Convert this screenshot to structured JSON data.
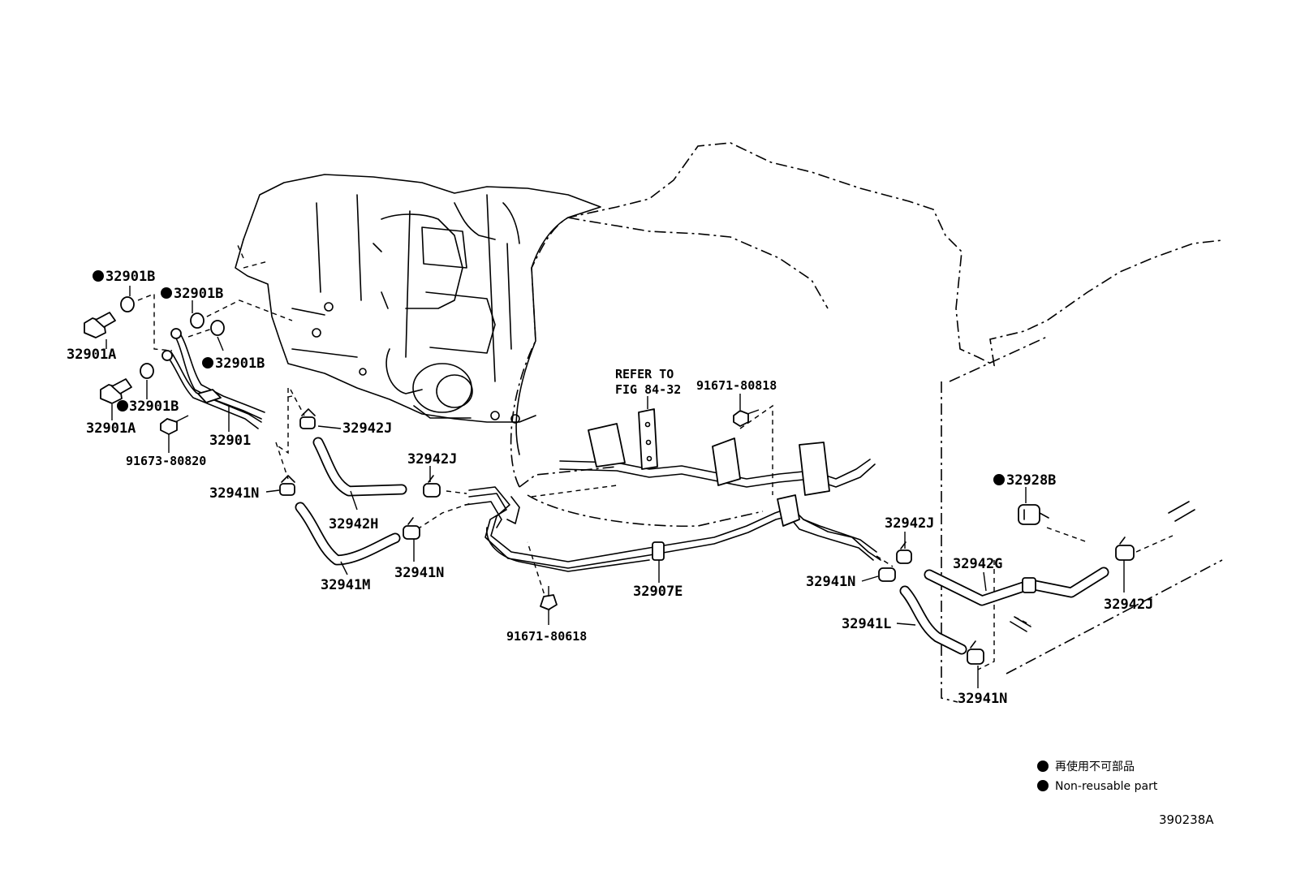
{
  "labels": {
    "p32901b_1": "32901B",
    "p32901b_2": "32901B",
    "p32901b_3": "32901B",
    "p32901b_4": "32901B",
    "p32901a_1": "32901A",
    "p32901a_2": "32901A",
    "p32901": "32901",
    "p91673": "91673-80820",
    "p32942j_1": "32942J",
    "p32942j_2": "32942J",
    "p32942j_3": "32942J",
    "p32942j_4": "32942J",
    "p32941n_1": "32941N",
    "p32941n_2": "32941N",
    "p32941n_3": "32941N",
    "p32941n_4": "32941N",
    "p32942h": "32942H",
    "p32941m": "32941M",
    "refer_line1": "REFER TO",
    "refer_line2": "FIG 84-32",
    "p91671_80818": "91671-80818",
    "p32907e": "32907E",
    "p91671_80618": "91671-80618",
    "p32928b": "32928B",
    "p32942g": "32942G",
    "p32941l": "32941L"
  },
  "legend": {
    "jp": "再使用不可部品",
    "en": "Non-reusable part"
  },
  "diagram_code": "390238A"
}
